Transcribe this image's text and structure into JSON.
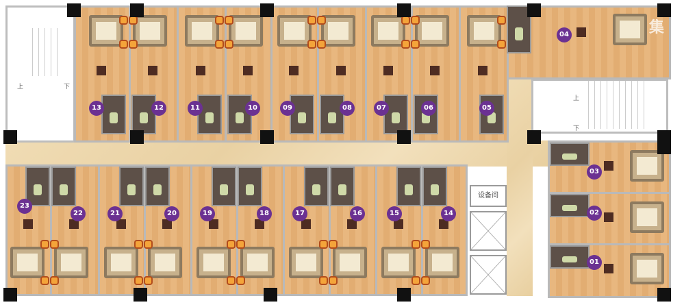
{
  "floor_plan": {
    "rooms_top": [
      "13",
      "12",
      "11",
      "10",
      "09",
      "08",
      "07",
      "06",
      "05"
    ],
    "rooms_bottom": [
      "23",
      "22",
      "21",
      "20",
      "19",
      "18",
      "17",
      "16",
      "15",
      "14"
    ],
    "rooms_right": [
      "03",
      "02",
      "01"
    ],
    "suite": "04",
    "equipment_room": "设备间",
    "stair_up": "上",
    "stair_down": "下",
    "watermark": "集",
    "colors": {
      "badge": "#6b3192",
      "floor": "#e8b77f",
      "corridor": "#f0dcb4",
      "wall": "#b9b9b9"
    }
  }
}
